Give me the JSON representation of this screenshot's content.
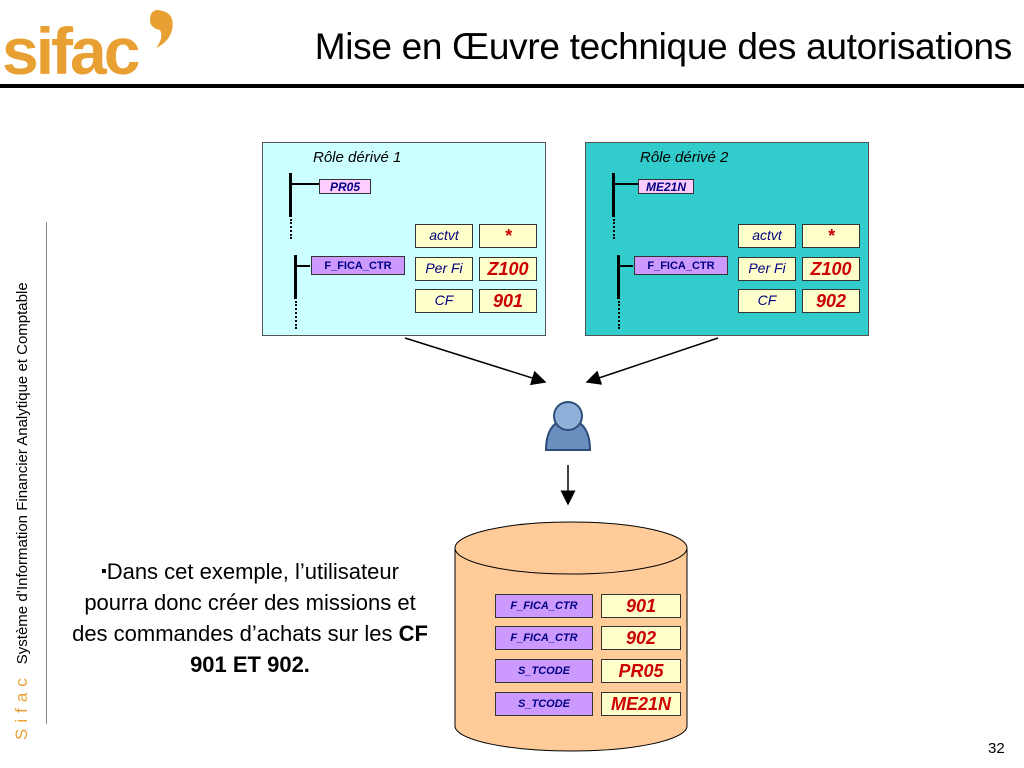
{
  "header": {
    "title": "Mise en Œuvre technique des autorisations",
    "logo_text": "sifac"
  },
  "sidebar": {
    "brand": "Sifac",
    "text": "Système d’Information Financier Analytique et Comptable"
  },
  "roles": [
    {
      "title": "Rôle dérivé 1",
      "tcode": "PR05",
      "object": "F_FICA_CTR",
      "fields": [
        {
          "label": "actvt",
          "value": "*"
        },
        {
          "label": "Per Fi",
          "value": "Z100"
        },
        {
          "label": "CF",
          "value": "901"
        }
      ]
    },
    {
      "title": "Rôle dérivé 2",
      "tcode": "ME21N",
      "object": "F_FICA_CTR",
      "fields": [
        {
          "label": "actvt",
          "value": "*"
        },
        {
          "label": "Per Fi",
          "value": "Z100"
        },
        {
          "label": "CF",
          "value": "902"
        }
      ]
    }
  ],
  "database": {
    "rows": [
      {
        "object": "F_FICA_CTR",
        "value": "901"
      },
      {
        "object": "F_FICA_CTR",
        "value": "902"
      },
      {
        "object": "S_TCODE",
        "value": "PR05"
      },
      {
        "object": "S_TCODE",
        "value": "ME21N"
      }
    ]
  },
  "body_text": {
    "bullet": "▪",
    "text": "Dans cet exemple, l’utilisateur pourra donc créer des missions et des commandes d’achats sur les ",
    "bold": "CF 901 ET 902."
  },
  "page_number": "32",
  "colors": {
    "role1_bg": "#ccffff",
    "role2_bg": "#33cccc",
    "object_bg": "#cc99ff",
    "tcode_bg": "#ffccff",
    "value_bg": "#ffffcc",
    "value_text": "#cc0000",
    "db_bg": "#ffcc99",
    "logo_orange": "#e8a033"
  }
}
